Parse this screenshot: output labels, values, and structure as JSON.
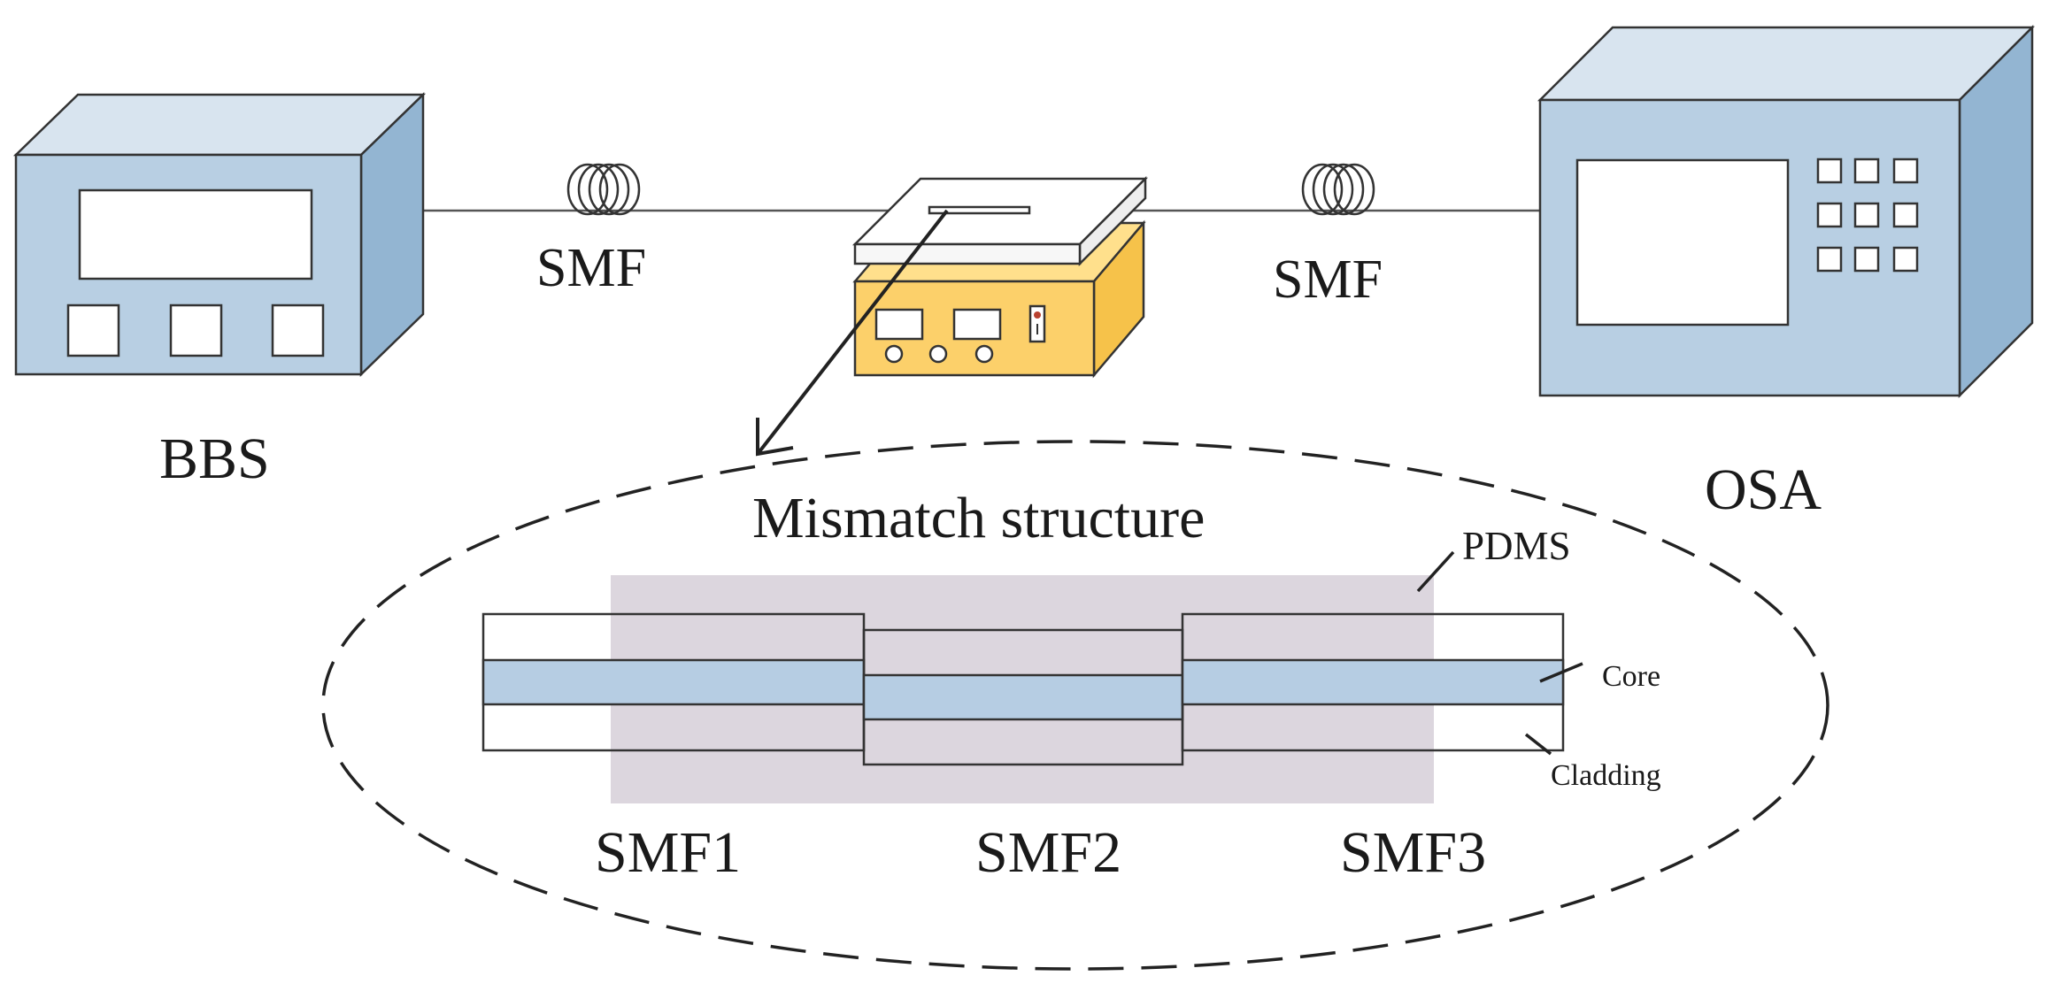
{
  "labels": {
    "bbs": "BBS",
    "osa": "OSA",
    "smf_left": "SMF",
    "smf_right": "SMF",
    "mismatch_title": "Mismatch structure",
    "pdms": "PDMS",
    "core": "Core",
    "cladding": "Cladding",
    "smf1": "SMF1",
    "smf2": "SMF2",
    "smf3": "SMF3"
  },
  "colors": {
    "device_front": "#b8cfe3",
    "device_top": "#d8e4ef",
    "device_side": "#93b5d2",
    "heater_front": "#fcd06a",
    "heater_top": "#ffe08c",
    "heater_side": "#f6c24a",
    "pdms": "#dcd6de",
    "core": "#b6cde3",
    "outline": "#333333"
  }
}
